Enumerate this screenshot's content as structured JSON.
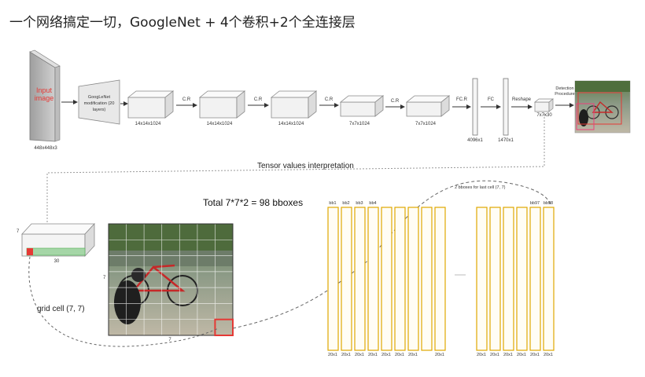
{
  "heading": "一个网络搞定一切，GoogleNet + 4个卷积+2个全连接层",
  "pipeline": {
    "input_text": "Input image",
    "input_size": "448x448x3",
    "googlenet_label": "GoogLeNet modification (20 layers)",
    "blocks": [
      {
        "size": "14x14x1024",
        "arrow": "C.R"
      },
      {
        "size": "14x14x1024",
        "arrow": "C.R"
      },
      {
        "size": "14x14x1024",
        "arrow": "C.R"
      },
      {
        "size": "7x7x1024",
        "arrow": "C.R"
      },
      {
        "size": "7x7x1024",
        "arrow": "FC.R"
      }
    ],
    "fc1_size": "4096x1",
    "fc_arrow": "FC",
    "fc2_size": "1470x1",
    "reshape_label": "Reshape",
    "tensor_size": "7x7x30",
    "detection_label": "Detection Procedure"
  },
  "interpretation": {
    "title": "Tensor values interpretation",
    "tensor_dim_left": "7",
    "tensor_dim_bottom": "30",
    "grid_dim_left": "7",
    "grid_dim_bottom": "7",
    "grid_cell_label": "grid cell (7, 7)",
    "total_label": "Total 7*7*2 = 98 bboxes",
    "last_cell_label": "2 bboxes for last cell (7, 7)",
    "bbox_top_left": [
      "bb1",
      "bb2",
      "bb3",
      "bb4"
    ],
    "bbox_top_right": [
      "bb97",
      "bb98"
    ],
    "bbox_bottom_labels": [
      "20x1",
      "20x1",
      "20x1",
      "20x1",
      "20x1",
      "20x1",
      "20x1",
      "20x1",
      "20x1",
      "20x1",
      "20x1",
      "20x1",
      "20x1",
      "20x1"
    ]
  },
  "colors": {
    "bbox_stroke": "#e0a800",
    "highlight": "#e53935",
    "tensor_bottom": "#a5d6a7",
    "dashed": "#888888"
  }
}
